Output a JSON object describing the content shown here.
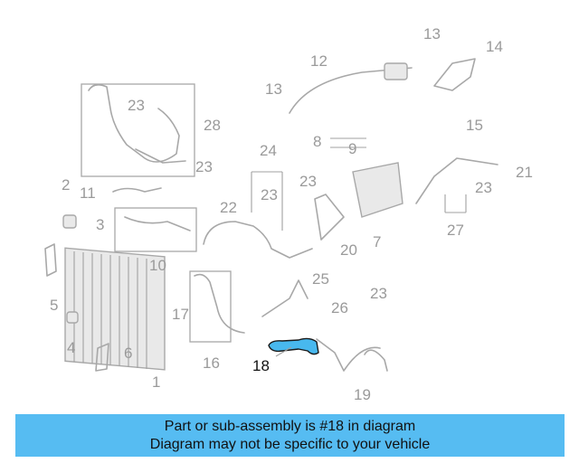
{
  "diagram": {
    "highlight_part": "18",
    "highlight_color": "#48b8ee",
    "part_numbers": [
      "1",
      "2",
      "3",
      "4",
      "5",
      "6",
      "7",
      "8",
      "9",
      "10",
      "11",
      "12",
      "13",
      "13",
      "14",
      "15",
      "16",
      "17",
      "18",
      "19",
      "20",
      "21",
      "22",
      "23",
      "23",
      "23",
      "23",
      "23",
      "23",
      "24",
      "25",
      "26",
      "27",
      "28"
    ]
  },
  "banner": {
    "line1": "Part or sub-assembly is #18 in diagram",
    "line2": "Diagram may not be specific to your vehicle",
    "background": "#56bcf2"
  }
}
